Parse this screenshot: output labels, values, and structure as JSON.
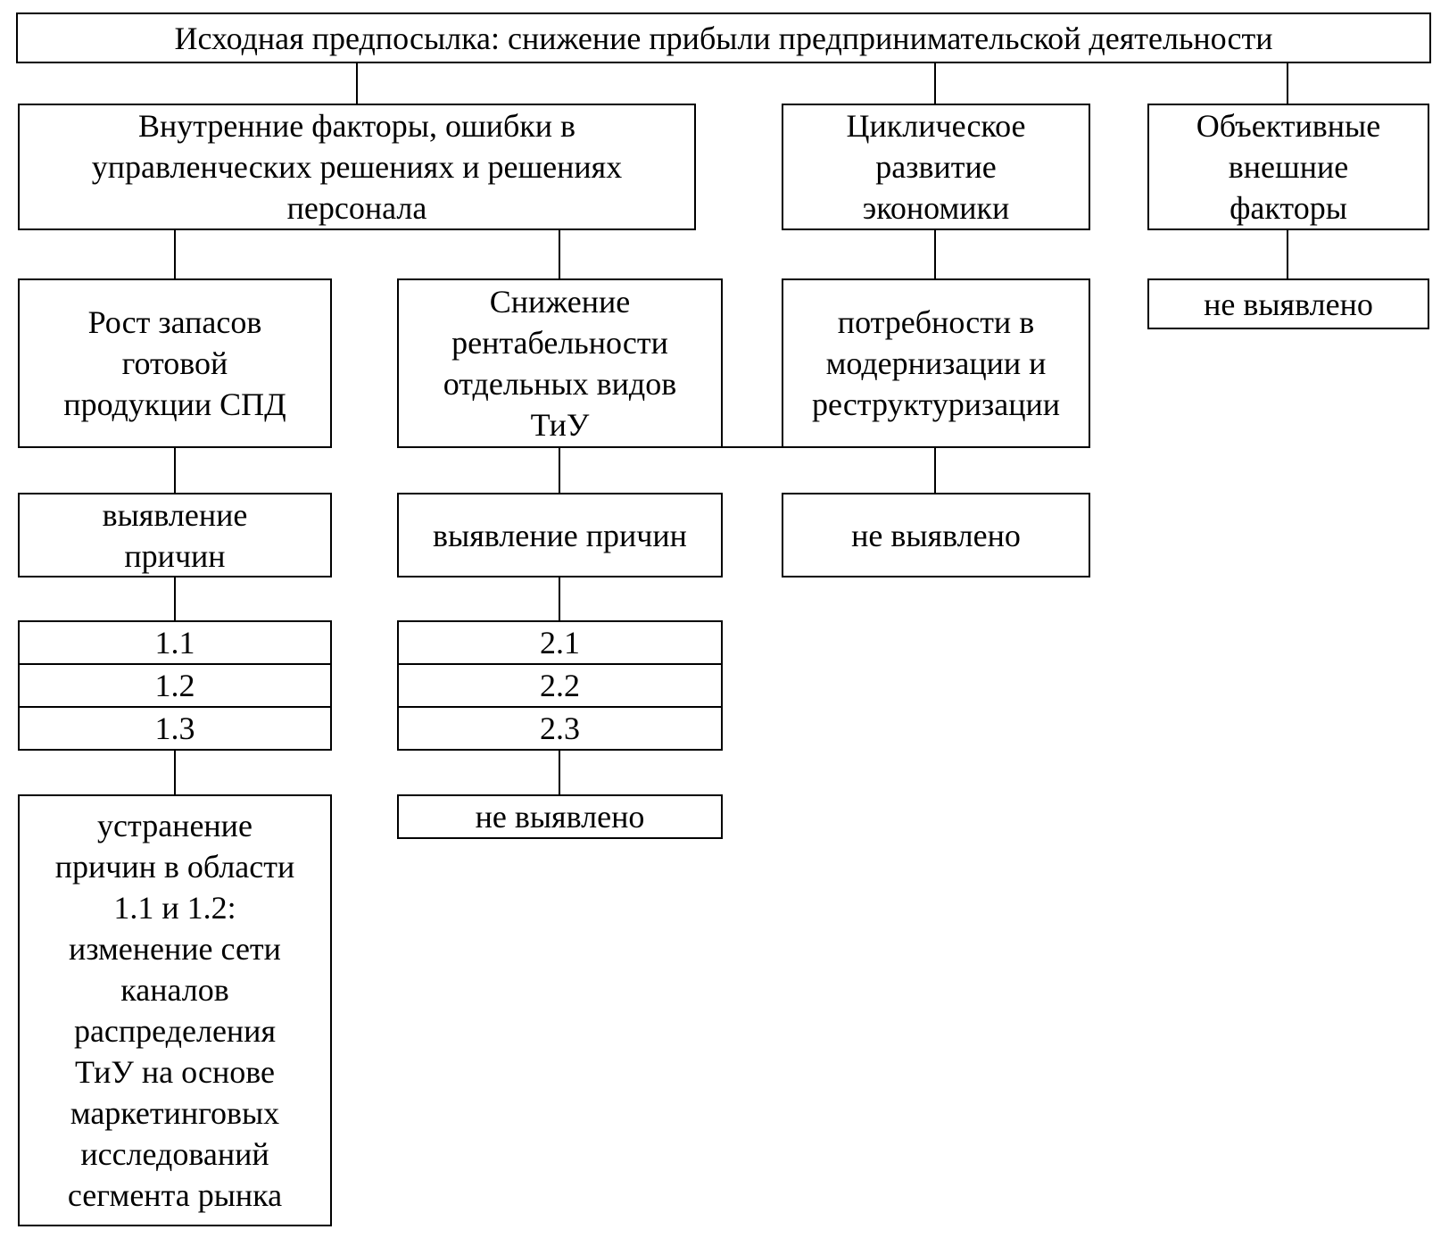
{
  "diagram": {
    "type": "flowchart",
    "language": "ru",
    "line_color": "#000000",
    "background_color": "#ffffff"
  },
  "boxes": {
    "root": "Исходная предпосылка: снижение прибыли предпринимательской деятельности",
    "internal_factors": "Внутренние факторы, ошибки в\nуправленческих решениях и решениях\nперсонала",
    "cyclical_development": "Циклическое\nразвитие\nэкономики",
    "external_factors": "Объективные\nвнешние\nфакторы",
    "inventory_growth": "Рост запасов\nготовой\nпродукции СПД",
    "profitability_decline": "Снижение\nрентабельности\nотдельных видов\nТиУ",
    "modernization_needs": "потребности в\nмодернизации и\nреструктуризации",
    "external_not_identified": "не выявлено",
    "causes_identification_1": "выявление\nпричин",
    "causes_identification_2": "выявление причин",
    "modernization_not_identified": "не выявлено",
    "causes_group_1": [
      "1.1",
      "1.2",
      "1.3"
    ],
    "causes_group_2": [
      "2.1",
      "2.2",
      "2.3"
    ],
    "elimination": "устранение\nпричин в области\n1.1 и 1.2:\nизменение сети\nканалов\nраспределения\nТиУ на основе\nмаркетинговых\nисследований\nсегмента рынка",
    "decline_not_identified": "не выявлено"
  }
}
